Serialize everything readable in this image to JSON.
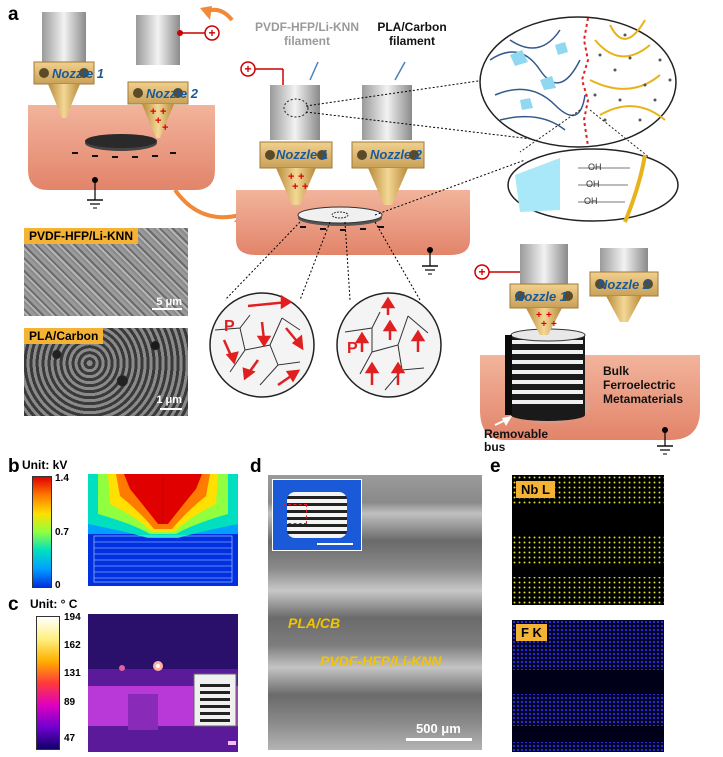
{
  "panels": {
    "a": "a",
    "b": "b",
    "c": "c",
    "d": "d",
    "e": "e"
  },
  "panel_a": {
    "nozzle1": "Nozzle 1",
    "nozzle2": "Nozzle 2",
    "filament1": "PVDF-HFP/Li-KNN filament",
    "filament2": "PLA/Carbon filament",
    "sem1_label": "PVDF-HFP/Li-KNN",
    "sem1_scale": "5 μm",
    "sem2_label": "PLA/Carbon",
    "sem2_scale": "1 μm",
    "grain_p": "P",
    "bulk_label": "Bulk Ferroelectric Metamaterials",
    "bus_label": "Removable bus",
    "oh": "OH",
    "plus": "+"
  },
  "panel_b": {
    "unit": "Unit: kV",
    "ticks": [
      "1.4",
      "0.7",
      "0"
    ]
  },
  "panel_c": {
    "unit": "Unit: ° C",
    "ticks": [
      "194",
      "162",
      "131",
      "89",
      "47"
    ]
  },
  "panel_d": {
    "label1": "PLA/CB",
    "label2": "PVDF-HFP/Li-KNN",
    "scale": "500 μm"
  },
  "panel_e": {
    "map1": "Nb L",
    "map2": "F K"
  },
  "colors": {
    "accent": "#f5b335",
    "tissue": "#e8957a",
    "nozzle_gold": "#d9b36a",
    "arrow_red": "#e02020"
  }
}
